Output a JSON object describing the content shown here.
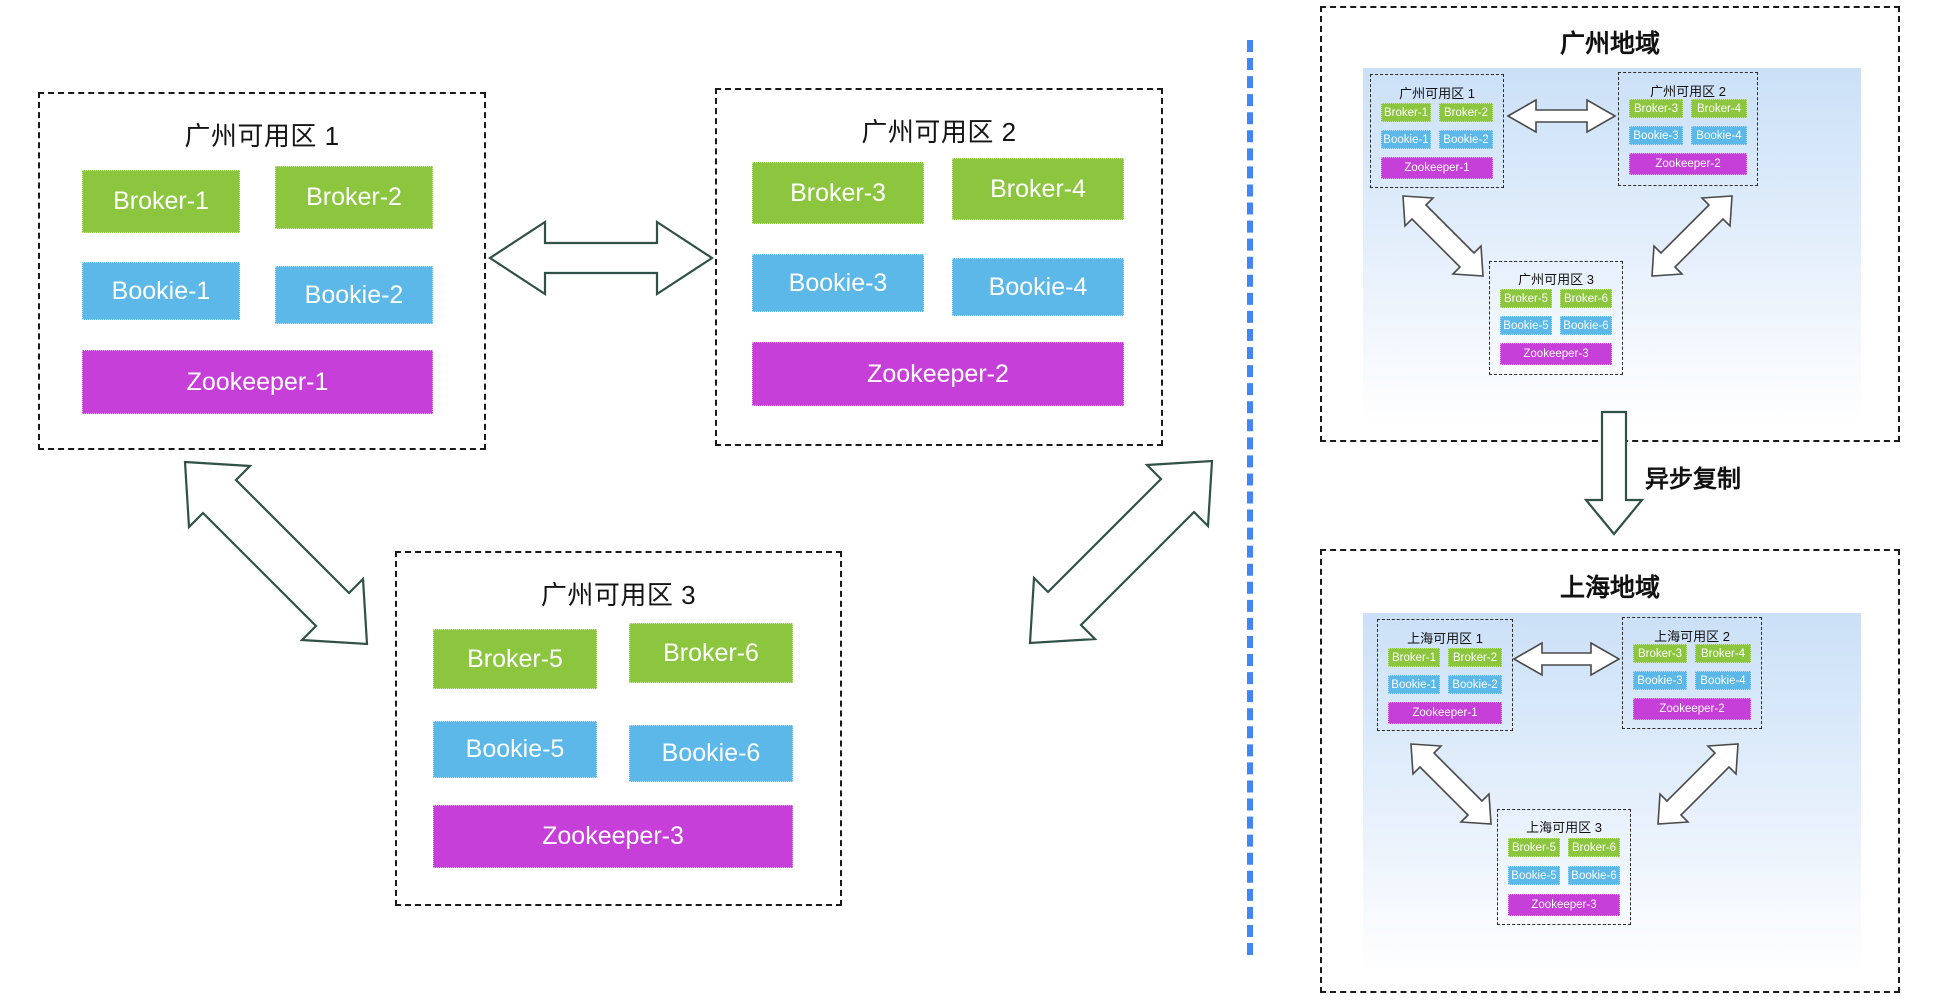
{
  "colors": {
    "broker": "#8CC63F",
    "bookie": "#5BB8E8",
    "zookeeper": "#C73FD9",
    "divider": "#4285F4",
    "arrow_stroke": "#2F5147",
    "region_fill_top": "#CBE0F7",
    "region_fill_bottom": "#FDFEFF",
    "dashed_border": "#1a1a1a"
  },
  "left_panel": {
    "zones": [
      {
        "id": "gz-az-1",
        "title": "广州可用区 1",
        "nodes": [
          {
            "name": "Broker-1",
            "type": "broker"
          },
          {
            "name": "Broker-2",
            "type": "broker"
          },
          {
            "name": "Bookie-1",
            "type": "bookie"
          },
          {
            "name": "Bookie-2",
            "type": "bookie"
          },
          {
            "name": "Zookeeper-1",
            "type": "zookeeper"
          }
        ]
      },
      {
        "id": "gz-az-2",
        "title": "广州可用区 2",
        "nodes": [
          {
            "name": "Broker-3",
            "type": "broker"
          },
          {
            "name": "Broker-4",
            "type": "broker"
          },
          {
            "name": "Bookie-3",
            "type": "bookie"
          },
          {
            "name": "Bookie-4",
            "type": "bookie"
          },
          {
            "name": "Zookeeper-2",
            "type": "zookeeper"
          }
        ]
      },
      {
        "id": "gz-az-3",
        "title": "广州可用区 3",
        "nodes": [
          {
            "name": "Broker-5",
            "type": "broker"
          },
          {
            "name": "Broker-6",
            "type": "broker"
          },
          {
            "name": "Bookie-5",
            "type": "bookie"
          },
          {
            "name": "Bookie-6",
            "type": "bookie"
          },
          {
            "name": "Zookeeper-3",
            "type": "zookeeper"
          }
        ]
      }
    ],
    "connectors": [
      {
        "id": "az1-az2",
        "kind": "double-arrow-horizontal"
      },
      {
        "id": "az1-az3",
        "kind": "double-arrow-diagonal"
      },
      {
        "id": "az2-az3",
        "kind": "double-arrow-diagonal"
      }
    ]
  },
  "right_panel": {
    "regions": [
      {
        "id": "guangzhou-region",
        "title": "广州地域",
        "zones": [
          {
            "id": "gz-mini-az-1",
            "title": "广州可用区 1",
            "nodes": [
              {
                "name": "Broker-1",
                "type": "broker"
              },
              {
                "name": "Broker-2",
                "type": "broker"
              },
              {
                "name": "Bookie-1",
                "type": "bookie"
              },
              {
                "name": "Bookie-2",
                "type": "bookie"
              },
              {
                "name": "Zookeeper-1",
                "type": "zookeeper"
              }
            ]
          },
          {
            "id": "gz-mini-az-2",
            "title": "广州可用区 2",
            "nodes": [
              {
                "name": "Broker-3",
                "type": "broker"
              },
              {
                "name": "Broker-4",
                "type": "broker"
              },
              {
                "name": "Bookie-3",
                "type": "bookie"
              },
              {
                "name": "Bookie-4",
                "type": "bookie"
              },
              {
                "name": "Zookeeper-2",
                "type": "zookeeper"
              }
            ]
          },
          {
            "id": "gz-mini-az-3",
            "title": "广州可用区 3",
            "nodes": [
              {
                "name": "Broker-5",
                "type": "broker"
              },
              {
                "name": "Broker-6",
                "type": "broker"
              },
              {
                "name": "Bookie-5",
                "type": "bookie"
              },
              {
                "name": "Bookie-6",
                "type": "bookie"
              },
              {
                "name": "Zookeeper-3",
                "type": "zookeeper"
              }
            ]
          }
        ]
      },
      {
        "id": "shanghai-region",
        "title": "上海地域",
        "zones": [
          {
            "id": "sh-mini-az-1",
            "title": "上海可用区 1",
            "nodes": [
              {
                "name": "Broker-1",
                "type": "broker"
              },
              {
                "name": "Broker-2",
                "type": "broker"
              },
              {
                "name": "Bookie-1",
                "type": "bookie"
              },
              {
                "name": "Bookie-2",
                "type": "bookie"
              },
              {
                "name": "Zookeeper-1",
                "type": "zookeeper"
              }
            ]
          },
          {
            "id": "sh-mini-az-2",
            "title": "上海可用区 2",
            "nodes": [
              {
                "name": "Broker-3",
                "type": "broker"
              },
              {
                "name": "Broker-4",
                "type": "broker"
              },
              {
                "name": "Bookie-3",
                "type": "bookie"
              },
              {
                "name": "Bookie-4",
                "type": "bookie"
              },
              {
                "name": "Zookeeper-2",
                "type": "zookeeper"
              }
            ]
          },
          {
            "id": "sh-mini-az-3",
            "title": "上海可用区 3",
            "nodes": [
              {
                "name": "Broker-5",
                "type": "broker"
              },
              {
                "name": "Broker-6",
                "type": "broker"
              },
              {
                "name": "Bookie-5",
                "type": "bookie"
              },
              {
                "name": "Bookie-6",
                "type": "bookie"
              },
              {
                "name": "Zookeeper-3",
                "type": "zookeeper"
              }
            ]
          }
        ]
      }
    ],
    "replication_label": "异步复制"
  }
}
